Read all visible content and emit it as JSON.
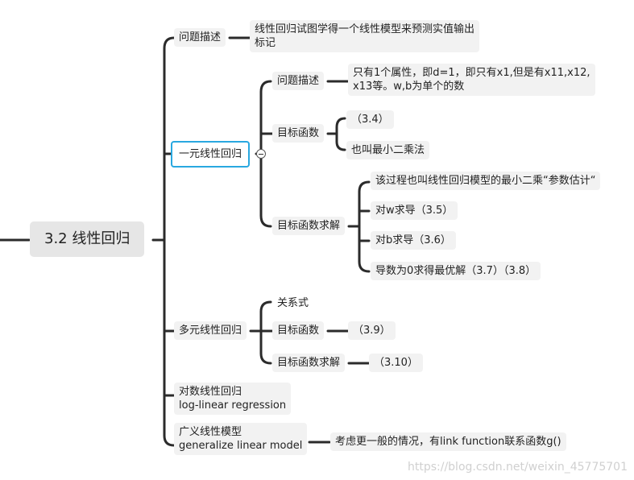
{
  "root": "3.2 线性回归",
  "branch1": {
    "label": "问题描述",
    "note_line1": "线性回归试图学得一个线性模型来预测实值输出",
    "note_line2": "标记"
  },
  "branch2": {
    "label": "一元线性回归",
    "problem": {
      "label": "问题描述",
      "note_line1": "只有1个属性，即d=1，即只有x1,但是有x11,x12,",
      "note_line2": "x13等。w,b为单个的数"
    },
    "objective": {
      "label": "目标函数",
      "items": [
        "（3.4）",
        "也叫最小二乘法"
      ]
    },
    "solve": {
      "label": "目标函数求解",
      "items": [
        "该过程也叫线性回归模型的最小二乘“参数估计“",
        "对w求导（3.5）",
        "对b求导（3.6）",
        "导数为0求得最优解（3.7）（3.8）"
      ]
    }
  },
  "branch3": {
    "label": "多元线性回归",
    "relation": "关系式",
    "objective": {
      "label": "目标函数",
      "value": "（3.9）"
    },
    "solve": {
      "label": "目标函数求解",
      "value": "（3.10）"
    }
  },
  "branch4": {
    "label_line1": "对数线性回归",
    "label_line2": "log-linear regression"
  },
  "branch5": {
    "label_line1": "广义线性模型",
    "label_line2": "generalize linear model",
    "note": "考虑更一般的情况，有link function联系函数g()"
  },
  "watermark": "https://blog.csdn.net/weixin_45775701",
  "colors": {
    "line": "#2b2b2b",
    "selected_border": "#29a8e0",
    "node_bg": "#f2f2f2"
  }
}
